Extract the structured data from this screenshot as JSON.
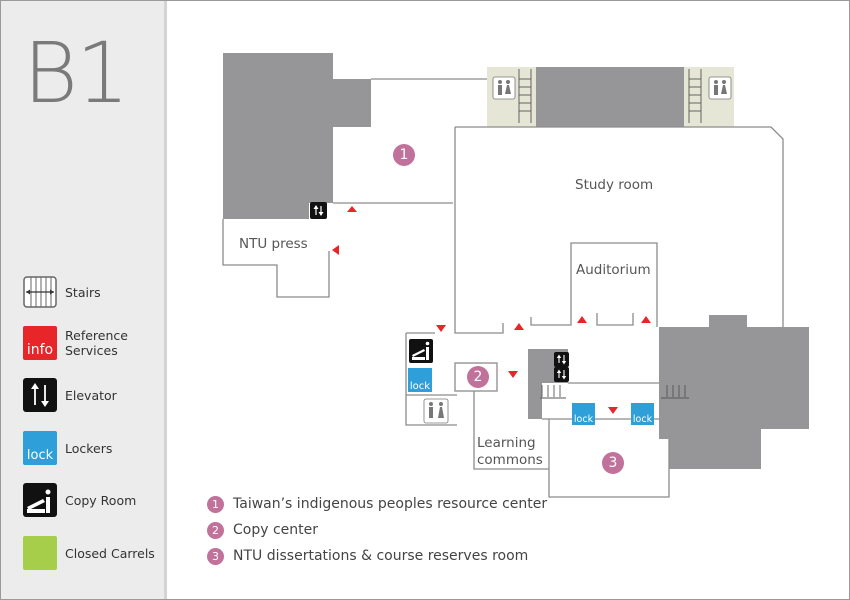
{
  "floor": "B1",
  "legend": [
    {
      "icon": "stairs-icon",
      "label": "Stairs"
    },
    {
      "icon": "info-icon",
      "label": "Reference Services",
      "icon_text": "info",
      "color": "#e8262a"
    },
    {
      "icon": "elevator-icon",
      "label": "Elevator"
    },
    {
      "icon": "lock-icon",
      "label": "Lockers",
      "icon_text": "lock",
      "color": "#2e9fd8"
    },
    {
      "icon": "copy-room-icon",
      "label": "Copy Room"
    },
    {
      "icon": "closed-carrels-icon",
      "label": "Closed Carrels",
      "color": "#a6ce4a"
    }
  ],
  "rooms": {
    "ntu_press": "NTU press",
    "study_room": "Study room",
    "auditorium": "Auditorium",
    "learning_commons": "Learning commons"
  },
  "markers": [
    "1",
    "2",
    "3"
  ],
  "notes": [
    {
      "num": "1",
      "text": "Taiwan’s indigenous peoples resource center"
    },
    {
      "num": "2",
      "text": "Copy center"
    },
    {
      "num": "3",
      "text": "NTU dissertations & course reserves room"
    }
  ],
  "colors": {
    "accent_marker": "#c0729a",
    "arrow": "#e8262a",
    "wall": "#8c8c8c",
    "restroom_area": "#e6e6d6",
    "block": "#969698"
  }
}
